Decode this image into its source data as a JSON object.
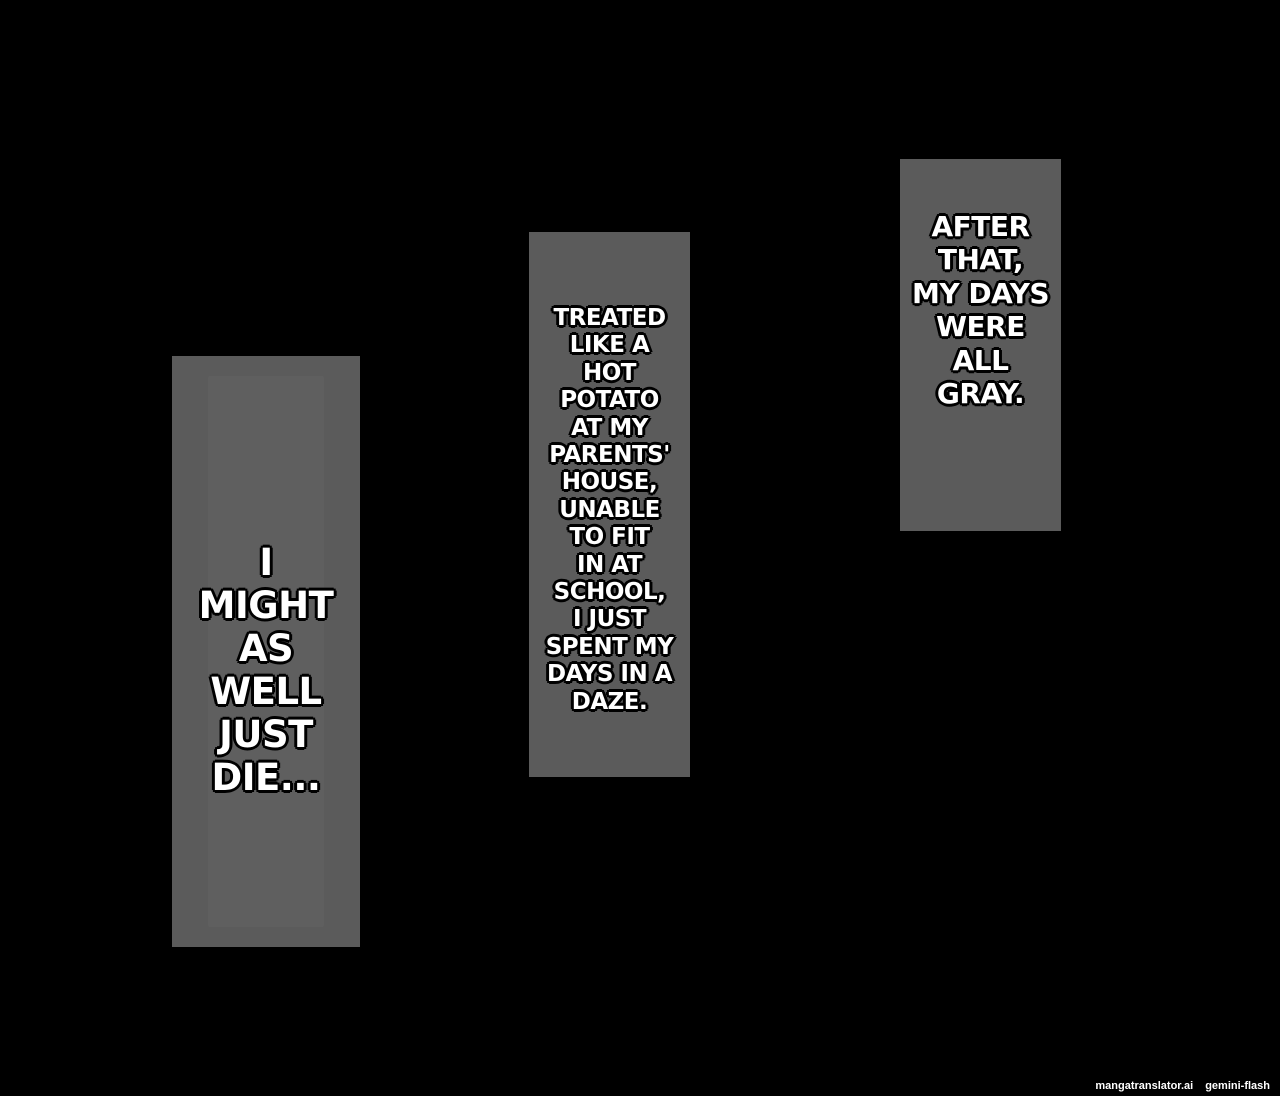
{
  "panels": {
    "left": {
      "lines": [
        "I",
        "MIGHT",
        "AS",
        "WELL",
        "JUST",
        "DIE..."
      ]
    },
    "middle": {
      "lines": [
        "TREATED",
        "LIKE A",
        "HOT",
        "POTATO",
        "AT MY",
        "PARENTS'",
        "HOUSE,",
        "UNABLE",
        "TO FIT",
        "IN AT",
        "SCHOOL,",
        "I JUST",
        "SPENT MY",
        "DAYS IN A",
        "DAZE."
      ]
    },
    "right": {
      "lines": [
        "AFTER",
        "THAT,",
        "MY DAYS",
        "WERE",
        "ALL",
        "GRAY."
      ]
    }
  },
  "watermark": {
    "site": "mangatranslator.ai",
    "model": "gemini-flash"
  },
  "colors": {
    "background": "#000000",
    "panel": "#5b5b5b",
    "text": "#ffffff",
    "text_outline": "#000000"
  }
}
